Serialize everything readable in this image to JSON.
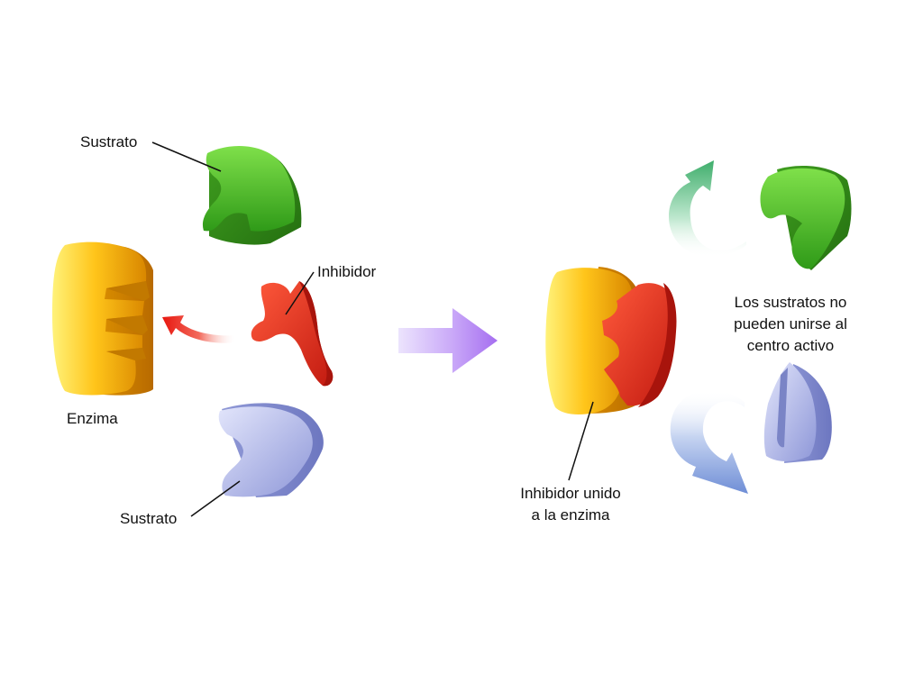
{
  "labels": {
    "substrate_top": "Sustrato",
    "substrate_bottom": "Sustrato",
    "inhibitor": "Inhibidor",
    "enzyme": "Enzima",
    "bound_line1": "Inhibidor unido",
    "bound_line2": "a la enzima",
    "note_line1": "Los sustratos no",
    "note_line2": "pueden unirse al",
    "note_line3": "centro activo"
  },
  "colors": {
    "enzyme": "#f5a800",
    "inhibitor": "#e03a26",
    "substrate_green": "#4db82a",
    "substrate_blue": "#a5aee6",
    "process_arrow": "#b37cf2",
    "red_arrow": "#e8170f"
  }
}
